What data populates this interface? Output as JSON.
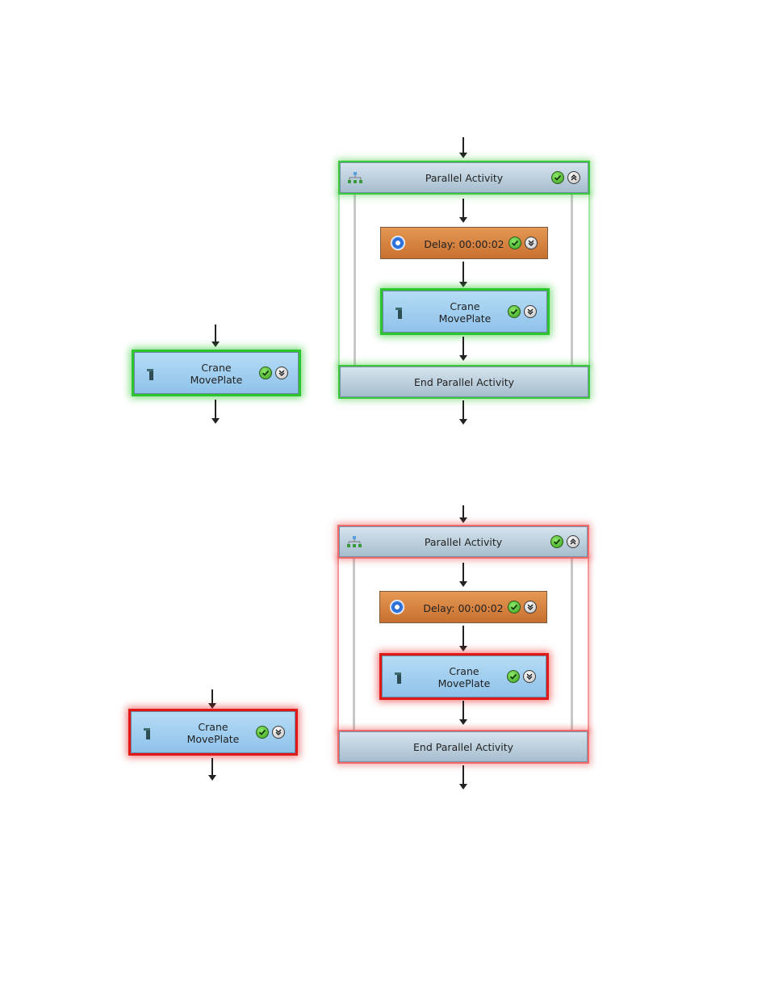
{
  "parallel_activity": {
    "title": "Parallel Activity",
    "end_title": "End Parallel Activity"
  },
  "delay_activity": {
    "label": "Delay: 00:00:02"
  },
  "crane_activity": {
    "line1": "Crane",
    "line2": "MovePlate"
  },
  "status_colors": {
    "passed": "#2ec42e",
    "failed": "#e01818"
  },
  "icons": {
    "parallel": "parallel-tree-icon",
    "delay": "delay-clock-icon",
    "crane": "crane-icon",
    "status": "check-ok-icon",
    "expand": "chevron-down-icon",
    "collapse": "chevron-up-icon"
  }
}
